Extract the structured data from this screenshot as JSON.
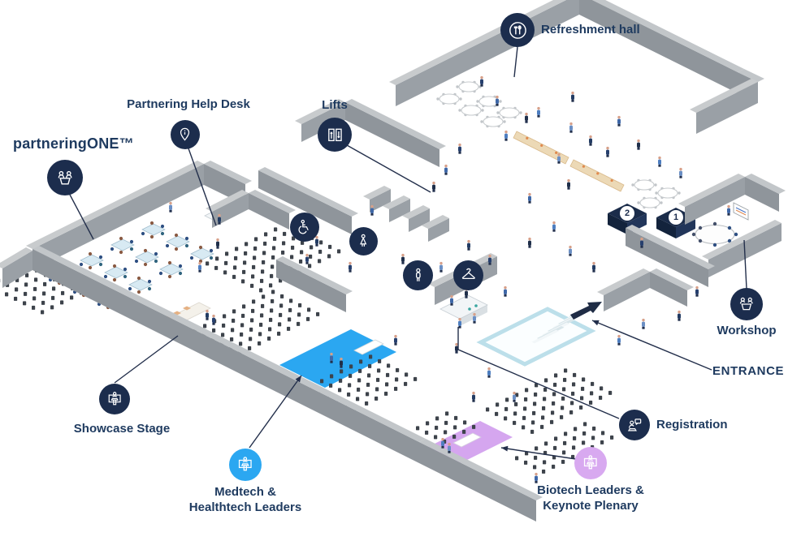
{
  "page_title": "partneringONE event venue floor plan",
  "callouts": {
    "refreshment_hall": {
      "label": "Refreshment hall",
      "icon": "cutlery-icon"
    },
    "partnering_help_desk": {
      "label": "Partnering Help Desk",
      "icon": "info-pin-icon"
    },
    "lifts": {
      "label": "Lifts",
      "icon": "lift-doors-icon"
    },
    "partnering_one": {
      "label": "partneringONE™",
      "icon": "partnering-meeting-icon"
    },
    "workshop": {
      "label": "Workshop",
      "icon": "workshop-discussion-icon"
    },
    "entrance": {
      "label": "ENTRANCE"
    },
    "registration": {
      "label": "Registration",
      "icon": "registration-desk-icon"
    },
    "biotech_plenary": {
      "label_line1": "Biotech Leaders &",
      "label_line2": "Keynote Plenary",
      "icon": "speaker-podium-icon",
      "accent": "#D8A9F0"
    },
    "medtech_leaders": {
      "label_line1": "Medtech &",
      "label_line2": "Healthtech Leaders",
      "icon": "speaker-podium-icon",
      "accent": "#2BA7F1"
    },
    "showcase_stage": {
      "label": "Showcase Stage",
      "icon": "speaker-podium-icon"
    }
  },
  "floor_icons": [
    {
      "name": "wheelchair-access-icon"
    },
    {
      "name": "womens-toilet-icon"
    },
    {
      "name": "mens-toilet-icon"
    },
    {
      "name": "cloakroom-hanger-icon"
    }
  ],
  "markers": {
    "pod_1": "1",
    "pod_2": "2"
  },
  "colors": {
    "label_navy": "#1E3A5F",
    "icon_navy": "#1C2D4D",
    "medtech_blue": "#2BA7F1",
    "biotech_purple": "#D8A9F0",
    "stage_blue": "#2BA7F1",
    "stage_purple": "#D5A6EF",
    "entrance_glass": "#BCDFEA",
    "wall_gray": "#9BA0A5",
    "buffet_tan": "#ECD9B6"
  }
}
